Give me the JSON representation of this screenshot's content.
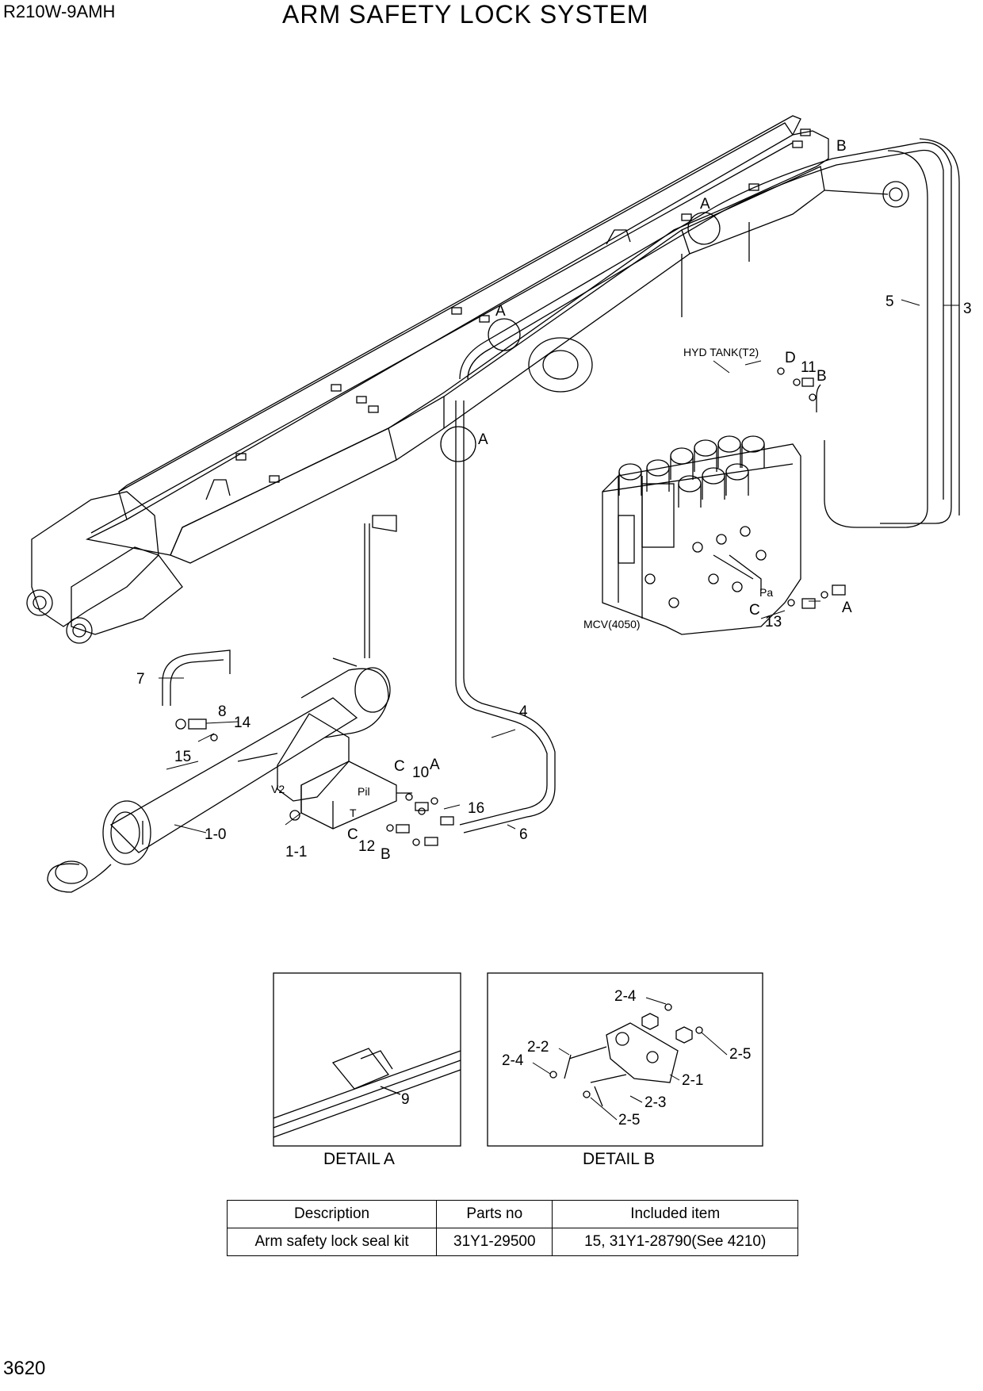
{
  "header": {
    "model": "R210W-9AMH",
    "title": "ARM SAFETY LOCK SYSTEM"
  },
  "callouts": {
    "c1_0": "1-0",
    "c1_1": "1-1",
    "c3": "3",
    "c4": "4",
    "c5": "5",
    "c6": "6",
    "c7": "7",
    "c8": "8",
    "c10": "10",
    "c11": "11",
    "c12": "12",
    "c13": "13",
    "c14": "14",
    "c15": "15",
    "c16": "16",
    "letter_a": "A",
    "letter_b": "B",
    "letter_c": "C",
    "letter_d": "D",
    "port_pil": "Pil",
    "port_t": "T",
    "port_v2": "V2",
    "port_pa": "Pa",
    "hyd_tank": "HYD TANK(T2)",
    "mcv": "MCV(4050)"
  },
  "detail_a": {
    "caption": "DETAIL A",
    "c9": "9"
  },
  "detail_b": {
    "caption": "DETAIL B",
    "c2_1": "2-1",
    "c2_2": "2-2",
    "c2_3": "2-3",
    "c2_4": "2-4",
    "c2_5": "2-5"
  },
  "parts_table": {
    "headers": [
      "Description",
      "Parts no",
      "Included item"
    ],
    "rows": [
      [
        "Arm safety lock seal kit",
        "31Y1-29500",
        "15, 31Y1-28790(See 4210)"
      ]
    ]
  },
  "page_number": "3620"
}
